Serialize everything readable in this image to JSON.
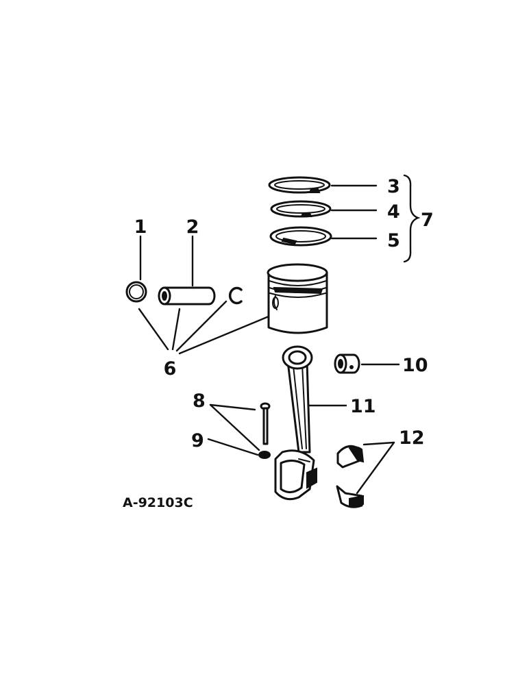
{
  "figure_id": "A-92103C",
  "callouts": {
    "c1": "1",
    "c2": "2",
    "c3": "3",
    "c4": "4",
    "c5": "5",
    "c6": "6",
    "c7": "7",
    "c8": "8",
    "c9": "9",
    "c10": "10",
    "c11": "11",
    "c12": "12"
  }
}
